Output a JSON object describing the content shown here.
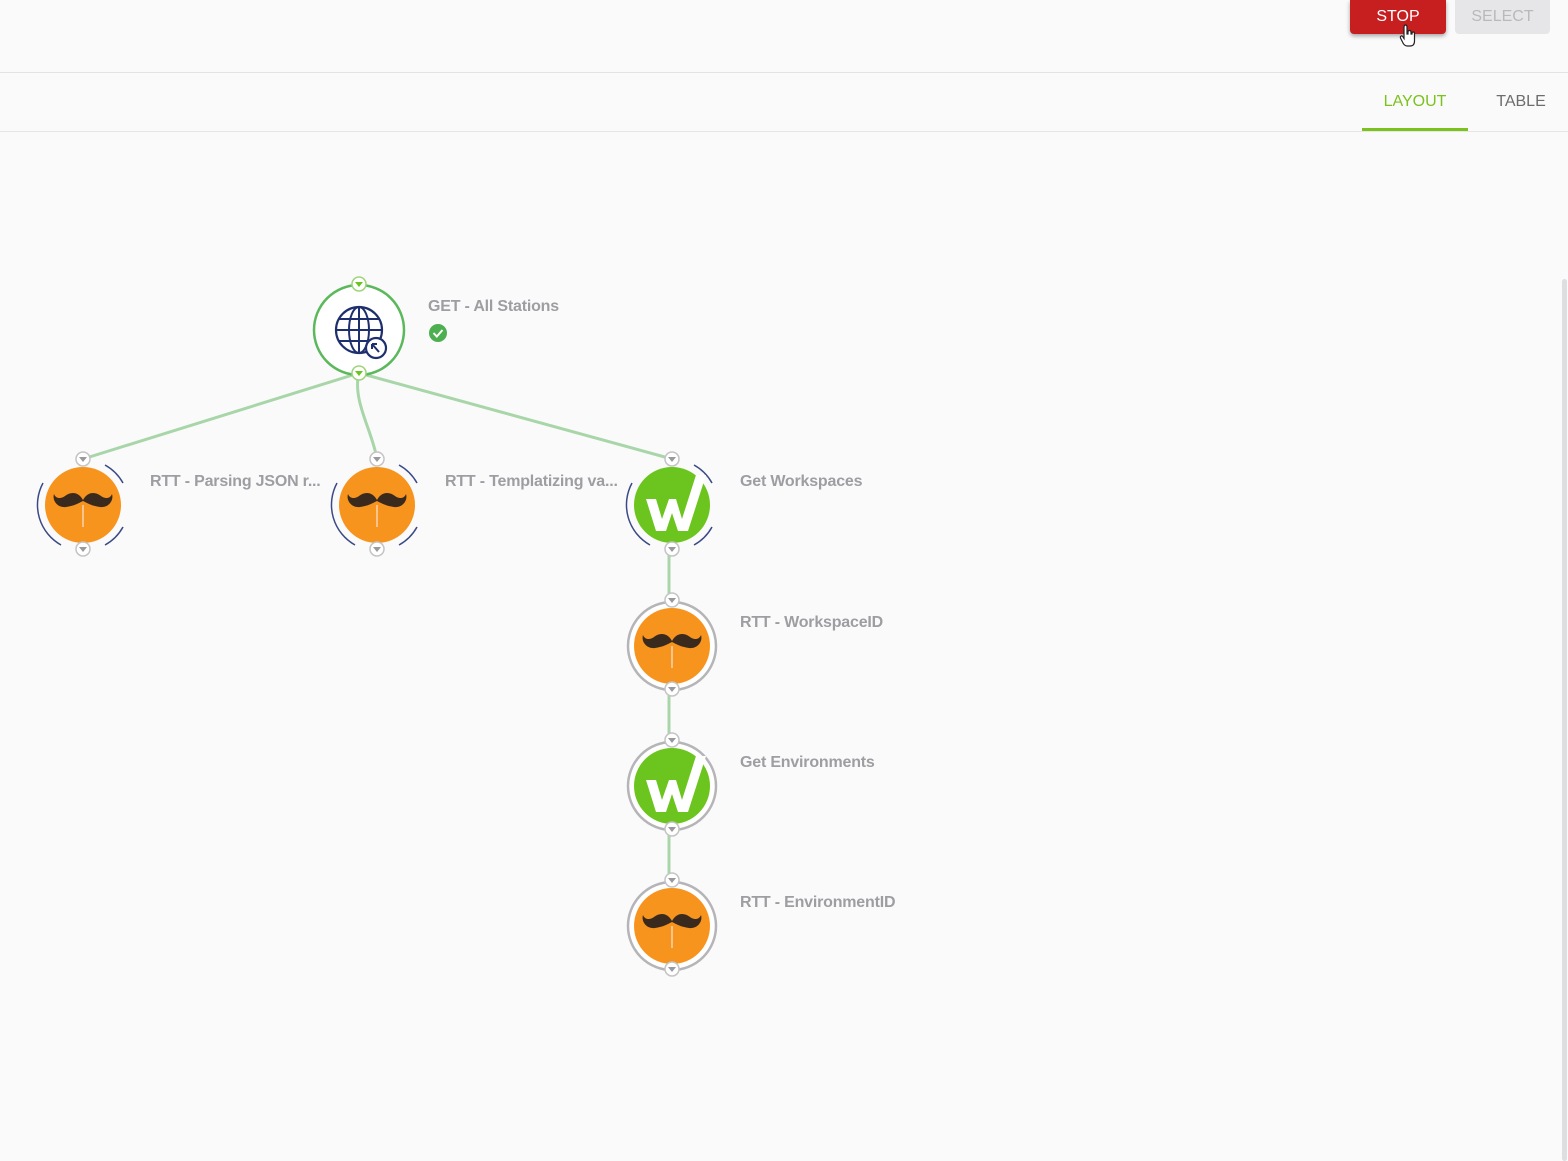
{
  "toolbar": {
    "stop_label": "STOP",
    "select_label": "SELECT"
  },
  "tabs": [
    {
      "label": "LAYOUT",
      "active": true
    },
    {
      "label": "TABLE",
      "active": false
    }
  ],
  "colors": {
    "accent": "#7cc21d",
    "stop": "#c71f1f",
    "edge": "#a5d6a7",
    "rtt_orange": "#f7941d",
    "workspace_green": "#6cc51e"
  },
  "nodes": [
    {
      "id": "get-all-stations",
      "label": "GET - All Stations",
      "icon": "globe-cursor-icon",
      "status": "success"
    },
    {
      "id": "rtt-parsing",
      "label": "RTT - Parsing JSON r...",
      "icon": "mustache-icon"
    },
    {
      "id": "rtt-templatizing",
      "label": "RTT - Templatizing va...",
      "icon": "mustache-icon"
    },
    {
      "id": "get-workspaces",
      "label": "Get Workspaces",
      "icon": "w-check-icon"
    },
    {
      "id": "rtt-workspaceid",
      "label": "RTT - WorkspaceID",
      "icon": "mustache-icon"
    },
    {
      "id": "get-environments",
      "label": "Get Environments",
      "icon": "w-check-icon"
    },
    {
      "id": "rtt-environmentid",
      "label": "RTT - EnvironmentID",
      "icon": "mustache-icon"
    }
  ]
}
